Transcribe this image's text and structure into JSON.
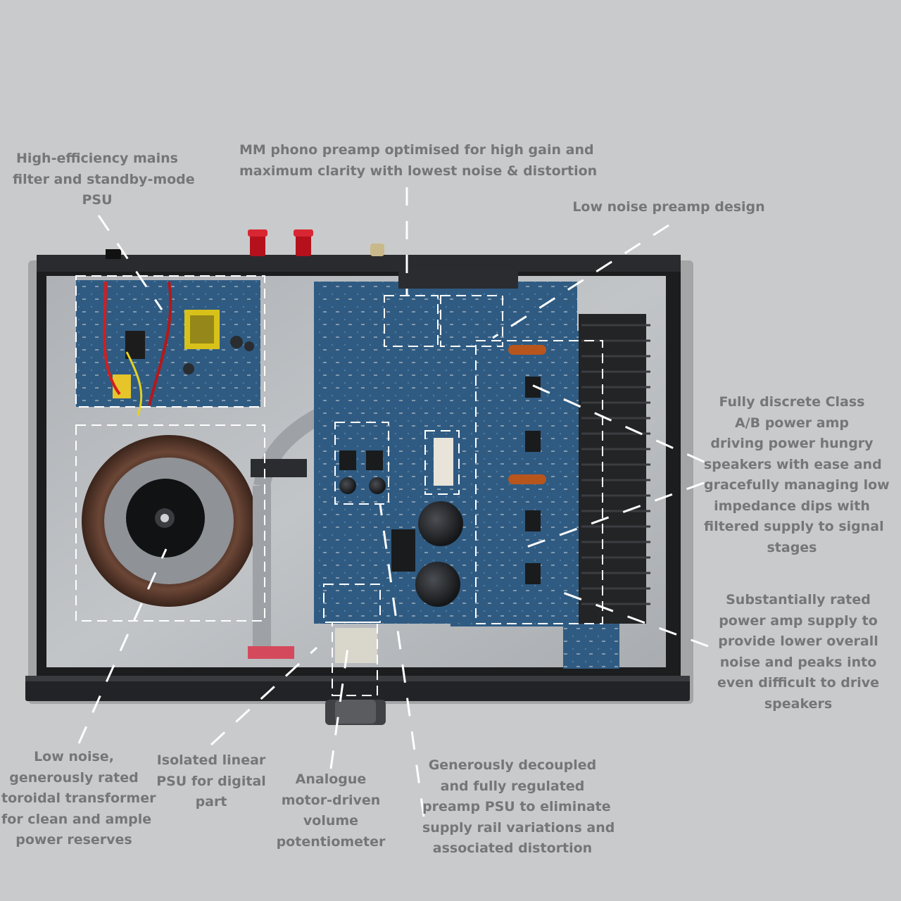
{
  "annotations": {
    "mains_filter": [
      "High-efficiency mains",
      "filter and standby-mode",
      "PSU"
    ],
    "mm_phono": [
      "MM phono preamp optimised for high gain and",
      "maximum clarity with lowest noise & distortion"
    ],
    "low_noise_preamp": [
      "Low noise preamp design"
    ],
    "class_ab": [
      "Fully discrete Class",
      "A/B power amp",
      "driving power hungry",
      "speakers with ease and",
      "gracefully managing low",
      "impedance dips with",
      "filtered supply to signal",
      "stages"
    ],
    "power_supply": [
      "Substantially rated",
      "power amp supply to",
      "provide lower overall",
      "noise and peaks into",
      "even difficult to drive",
      "speakers"
    ],
    "toroidal": [
      "Low noise,",
      "generously rated",
      "toroidal transformer",
      "for clean and ample",
      "power reserves"
    ],
    "isolated_psu": [
      "Isolated linear",
      "PSU for digital",
      "part"
    ],
    "volume_pot": [
      "Analogue",
      "motor-driven",
      "volume",
      "potentiometer"
    ],
    "decoupled_psu": [
      "Generously decoupled",
      "and fully regulated",
      "preamp PSU to eliminate",
      "supply rail variations and",
      "associated distortion"
    ]
  },
  "colors": {
    "background": "#c9cacb",
    "label_text": "#747678",
    "callout_line": "#ffffff",
    "chassis": "#1c1d1f",
    "chassis_floor": "#b9bcc0",
    "pcb": "#2f5b82",
    "heatsink": "#232426",
    "transformer_winding": "#5a3a2c",
    "terminal_red": "#b5111c"
  }
}
